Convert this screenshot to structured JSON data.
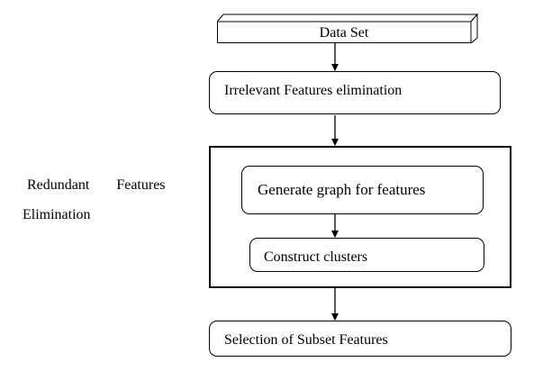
{
  "diagram": {
    "dataset": "Data Set",
    "irrelevant": "Irrelevant Features elimination",
    "side_label_line1": "Redundant Features",
    "side_label_line2": "Elimination",
    "generate_graph": "Generate graph for features",
    "construct_clusters": "Construct clusters",
    "selection": "Selection of Subset Features"
  }
}
